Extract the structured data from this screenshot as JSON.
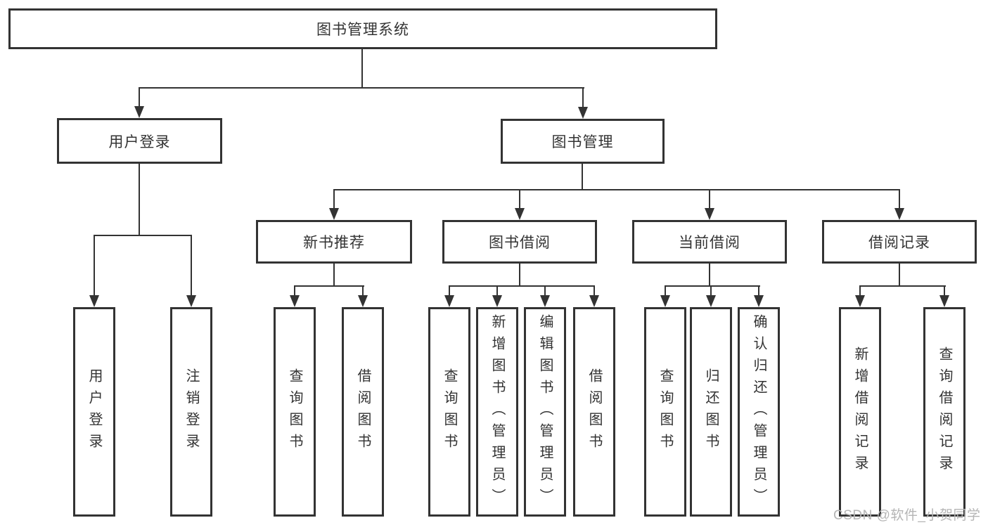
{
  "title": "图书管理系统",
  "colors": {
    "line": "#333333",
    "box_background": "#ffffff",
    "text": "#333333",
    "watermark": "#b5b5b5"
  },
  "tree": {
    "root": "图书管理系统",
    "branches": [
      {
        "label": "用户登录",
        "leaves": [
          "用户登录",
          "注销登录"
        ]
      },
      {
        "label": "图书管理",
        "children": [
          {
            "label": "新书推荐",
            "leaves": [
              "查询图书",
              "借阅图书"
            ]
          },
          {
            "label": "图书借阅",
            "leaves": [
              "查询图书",
              "新增图书（管理员）",
              "编辑图书（管理员）",
              "借阅图书"
            ]
          },
          {
            "label": "当前借阅",
            "leaves": [
              "查询图书",
              "归还图书",
              "确认归还（管理员）"
            ]
          },
          {
            "label": "借阅记录",
            "leaves": [
              "新增借阅记录",
              "查询借阅记录"
            ]
          }
        ]
      }
    ]
  },
  "watermark": "CSDN @软件_小贺同学"
}
